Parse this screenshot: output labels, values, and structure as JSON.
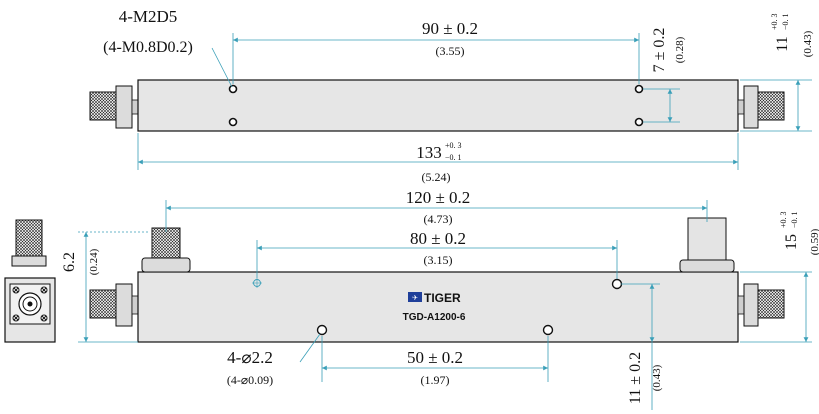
{
  "colors": {
    "dimension_line": "#3a9fb8",
    "body_fill": "#e6e6e6",
    "connector_fill": "#d9d9d9",
    "outline": "#111111"
  },
  "top_view": {
    "hole_label": "4-M2D5",
    "hole_label_inch": "(4-M0.8D0.2)",
    "length_between_holes": "90 ± 0.2",
    "length_between_holes_inch": "(3.55)",
    "hole_spacing": "7 ± 0.2",
    "hole_spacing_inch": "(0.28)",
    "height_main": "11",
    "height_tol_plus": "+0. 3",
    "height_tol_minus": "−0. 1",
    "height_inch": "(0.43)",
    "total_length_main": "133",
    "total_length_tol_plus": "+0. 3",
    "total_length_tol_minus": "−0. 1",
    "total_length_inch": "(5.24)"
  },
  "side_view": {
    "connector_span": "120 ± 0.2",
    "connector_span_inch": "(4.73)",
    "hole_span": "80 ± 0.2",
    "hole_span_inch": "(3.15)",
    "height_main": "15",
    "height_tol_plus": "+0. 3",
    "height_tol_minus": "−0. 1",
    "height_inch": "(0.59)",
    "connector_height": "6.2",
    "connector_height_inch": "(0.24)",
    "brand": "TIGER",
    "model": "TGD-A1200-6",
    "bottom_hole_label": "4-⌀2.2",
    "bottom_hole_label_inch": "(4-⌀0.09)",
    "bottom_hole_span": "50 ± 0.2",
    "bottom_hole_span_inch": "(1.97)",
    "bottom_hole_height": "11 ± 0.2",
    "bottom_hole_height_inch": "(0.43)"
  }
}
